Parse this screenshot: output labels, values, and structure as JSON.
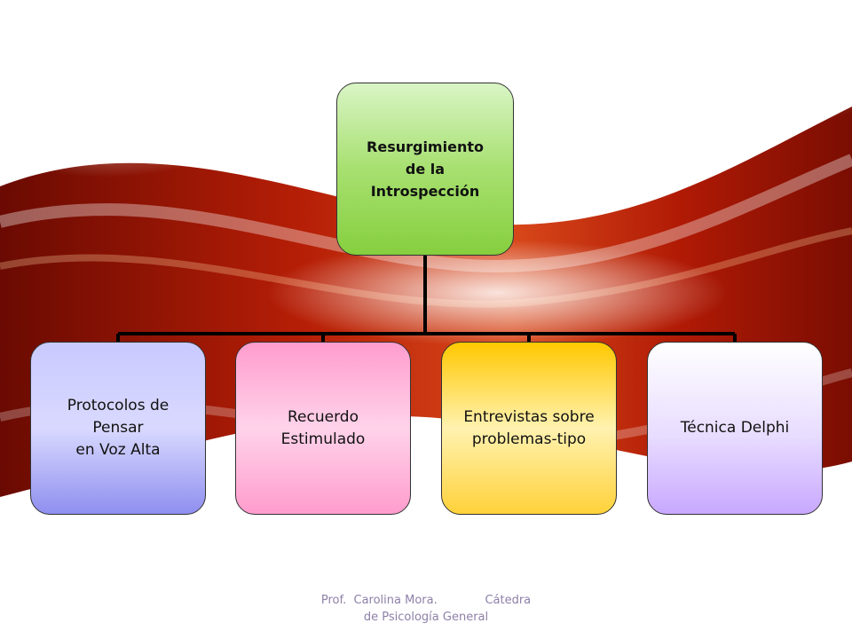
{
  "diagram": {
    "root": {
      "label": "Resurgimiento\nde la\nIntrospección"
    },
    "children": [
      {
        "label": "Protocolos de\nPensar\nen Voz Alta"
      },
      {
        "label": "Recuerdo\nEstimulado"
      },
      {
        "label": "Entrevistas sobre\nproblemas-tipo"
      },
      {
        "label": "Técnica Delphi"
      }
    ]
  },
  "footer": {
    "text": "Prof.  Carolina Mora.             Cátedra\nde Psicología General"
  },
  "colors": {
    "root": "#a7e070",
    "child1": "#a5a5f5",
    "child2": "#ff9ccd",
    "child3": "#ffd23a",
    "child4": "#c8a8ff",
    "background_accent": "#b51e06"
  }
}
